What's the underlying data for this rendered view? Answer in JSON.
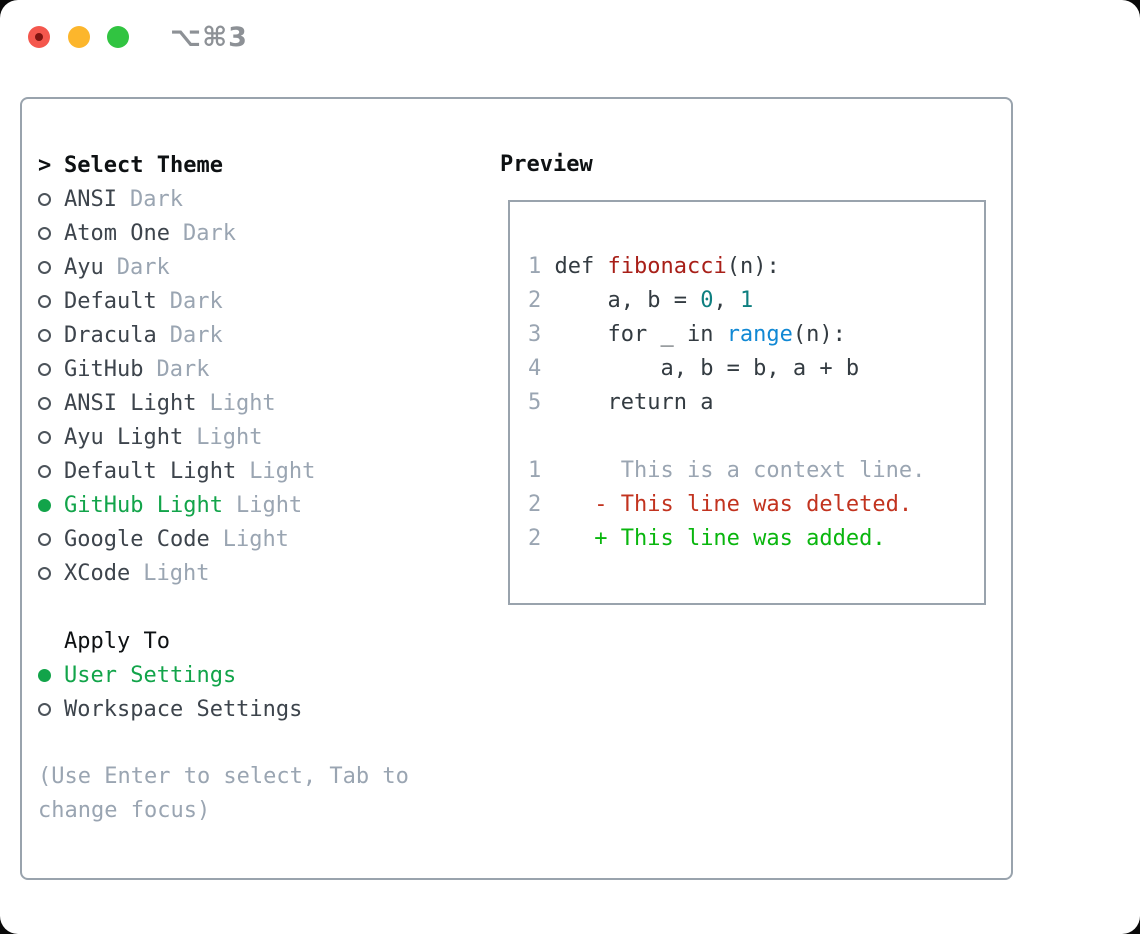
{
  "titlebar": {
    "title": "⌥⌘3",
    "buttons": [
      {
        "icon": "close-traffic-light-icon"
      },
      {
        "icon": "minimize-traffic-light-icon"
      },
      {
        "icon": "zoom-traffic-light-icon"
      }
    ]
  },
  "theme_picker": {
    "heading_prefix": ">",
    "heading": "Select Theme",
    "items": [
      {
        "name": "ANSI",
        "tag": "Dark",
        "selected": false
      },
      {
        "name": "Atom One",
        "tag": "Dark",
        "selected": false
      },
      {
        "name": "Ayu",
        "tag": "Dark",
        "selected": false
      },
      {
        "name": "Default",
        "tag": "Dark",
        "selected": false
      },
      {
        "name": "Dracula",
        "tag": "Dark",
        "selected": false
      },
      {
        "name": "GitHub",
        "tag": "Dark",
        "selected": false
      },
      {
        "name": "ANSI Light",
        "tag": "Light",
        "selected": false
      },
      {
        "name": "Ayu Light",
        "tag": "Light",
        "selected": false
      },
      {
        "name": "Default Light",
        "tag": "Light",
        "selected": false
      },
      {
        "name": "GitHub Light",
        "tag": "Light",
        "selected": true
      },
      {
        "name": "Google Code",
        "tag": "Light",
        "selected": false
      },
      {
        "name": "XCode",
        "tag": "Light",
        "selected": false
      }
    ]
  },
  "apply_to": {
    "heading": "Apply To",
    "options": [
      {
        "name": "User Settings",
        "selected": true
      },
      {
        "name": "Workspace Settings",
        "selected": false
      }
    ]
  },
  "hint_lines": [
    "(Use Enter to select, Tab to",
    "change focus)"
  ],
  "preview": {
    "heading": "Preview",
    "lines": [
      {
        "num": "1",
        "segments": [
          [
            " def ",
            "fg"
          ],
          [
            "fibonacci",
            "func"
          ],
          [
            "(n):",
            "fg"
          ]
        ]
      },
      {
        "num": "2",
        "segments": [
          [
            "     a, b = ",
            "fg"
          ],
          [
            "0",
            "num"
          ],
          [
            ", ",
            "fg"
          ],
          [
            "1",
            "num"
          ]
        ]
      },
      {
        "num": "3",
        "segments": [
          [
            "     for _ in ",
            "fg"
          ],
          [
            "range",
            "builtin"
          ],
          [
            "(n):",
            "fg"
          ]
        ]
      },
      {
        "num": "4",
        "segments": [
          [
            "         a, b = b, a + b",
            "fg"
          ]
        ]
      },
      {
        "num": "5",
        "segments": [
          [
            "     return a",
            "fg"
          ]
        ]
      },
      {
        "num": "",
        "segments": []
      },
      {
        "num": "1",
        "segments": [
          [
            "      This is a context line.",
            "ctx"
          ]
        ]
      },
      {
        "num": "2",
        "segments": [
          [
            "    - This line was deleted.",
            "del"
          ]
        ]
      },
      {
        "num": "2",
        "segments": [
          [
            "    + This line was added.",
            "add"
          ]
        ]
      }
    ]
  },
  "colors": {
    "window_bg": "#ffffff",
    "page_bg": "#0a0a0a",
    "border_gray": "#99a3ad",
    "heading_black": "#0e1113",
    "item_text": "#3d444c",
    "tag_gray": "#9aa5b2",
    "hint_gray": "#9aa5b2",
    "ring_gray": "#4d545b",
    "accent_green": "#12a44a",
    "line_number_gray": "#9aa5b2",
    "code_fg": "#333b41",
    "func_red": "#a81f18",
    "number_teal": "#0e7f80",
    "builtin_blue": "#1088d4",
    "context_gray": "#9aa5b2",
    "diff_del_red": "#c2331f",
    "diff_add_green": "#09b60e",
    "titlebar_text": "#8d9196",
    "traffic_red": "#f4574d",
    "traffic_red_dot": "#7f1511",
    "traffic_yellow": "#fcb62c",
    "traffic_green": "#31c441"
  }
}
